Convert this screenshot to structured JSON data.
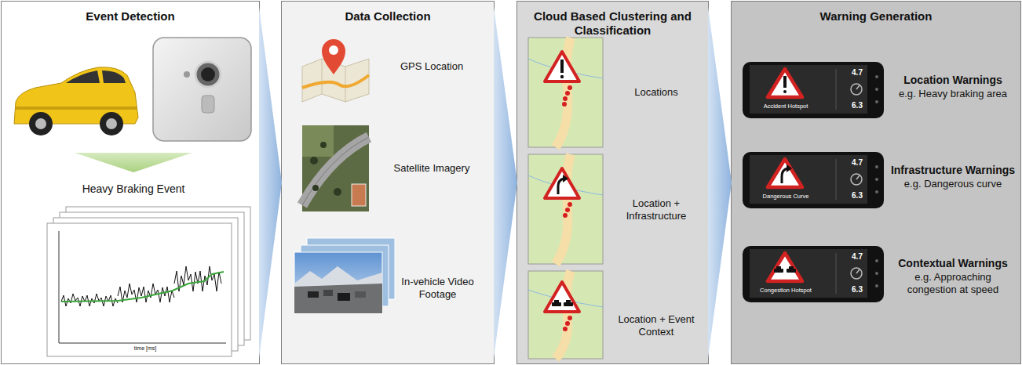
{
  "diagram": {
    "nodes": [
      {
        "text": [
          "Event Detection"
        ]
      },
      {
        "text": [
          "Data Collection"
        ]
      },
      {
        "text": [
          "Cloud Based Clustering and Classification"
        ]
      },
      {
        "text": [
          "Warning Generation"
        ]
      },
      {
        "text": [
          "Accident Hotspot",
          "4.7",
          "6.3"
        ],
        "in": 3
      },
      {
        "text": [
          "Dangerous Curve",
          "4.7",
          "6.3"
        ],
        "in": 3
      },
      {
        "text": [
          "Congestion Hotspot",
          "4.7",
          "6.3"
        ],
        "in": 3
      }
    ],
    "edges": [
      {
        "from": 0,
        "to": 1,
        "arrow": "to"
      },
      {
        "from": 1,
        "to": 2,
        "arrow": "to"
      },
      {
        "from": 2,
        "to": 3,
        "arrow": "to"
      }
    ],
    "labels": [
      "Heavy Braking Event",
      "time [ms]",
      "GPS Location",
      "Satellite Imagery",
      "In-vehicle Video Footage",
      "Locations",
      "Location + Infrastructure",
      "Location + Event Context",
      "Location Warnings",
      "e.g. Heavy braking area",
      "Infrastructure Warnings",
      "e.g. Dangerous curve",
      "Contextual Warnings",
      "e.g. Approaching congestion at speed"
    ]
  }
}
